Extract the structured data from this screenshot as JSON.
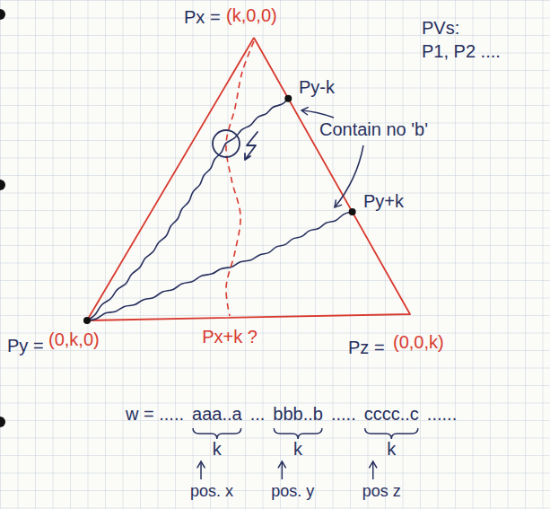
{
  "diagram": {
    "labels": [
      "Px =",
      "(k,0,0)",
      "PVs:",
      "P1, P2 ....",
      "Py-k",
      "Contain no 'b'",
      "Py+k",
      "Py =",
      "(0,k,0)",
      "Px+k ?",
      "Pz =",
      "(0,0,k)",
      "w = .....",
      "aaa..a",
      "...",
      "bbb..b",
      ".....",
      "cccc..c",
      "......",
      "k",
      "k",
      "k",
      "pos. x",
      "pos. y",
      "pos z"
    ]
  }
}
